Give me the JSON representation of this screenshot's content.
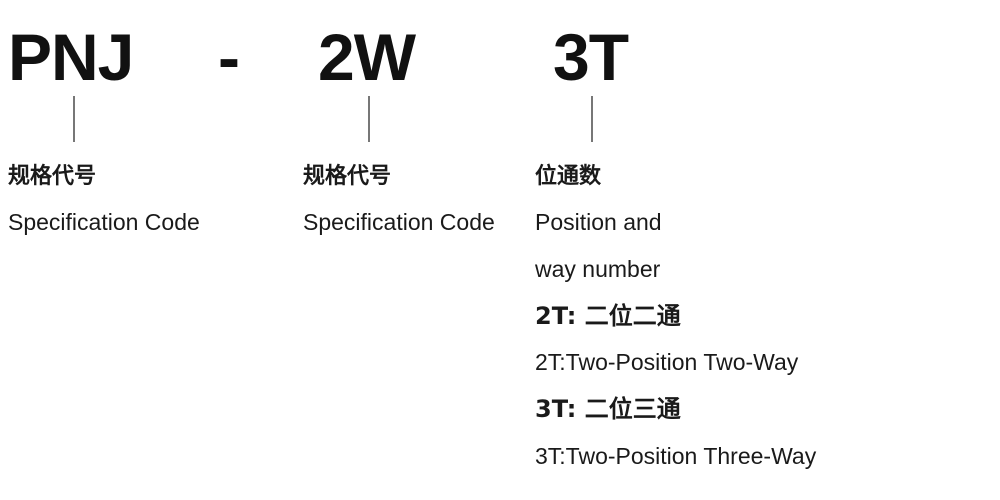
{
  "code": {
    "part1": "PNJ",
    "separator": "-",
    "part2": "2W",
    "part3": "3T"
  },
  "segments": [
    {
      "title_cn": "规格代号",
      "title_en": "Specification Code"
    },
    {
      "title_cn": "规格代号",
      "title_en": "Specification Code"
    },
    {
      "title_cn": "位通数",
      "title_en_line1": "Position and",
      "title_en_line2": "way number",
      "options": [
        {
          "cn": "2T: 二位二通",
          "en": "2T:Two-Position Two-Way"
        },
        {
          "cn": "3T: 二位三通",
          "en": "3T:Two-Position Three-Way"
        }
      ]
    }
  ]
}
